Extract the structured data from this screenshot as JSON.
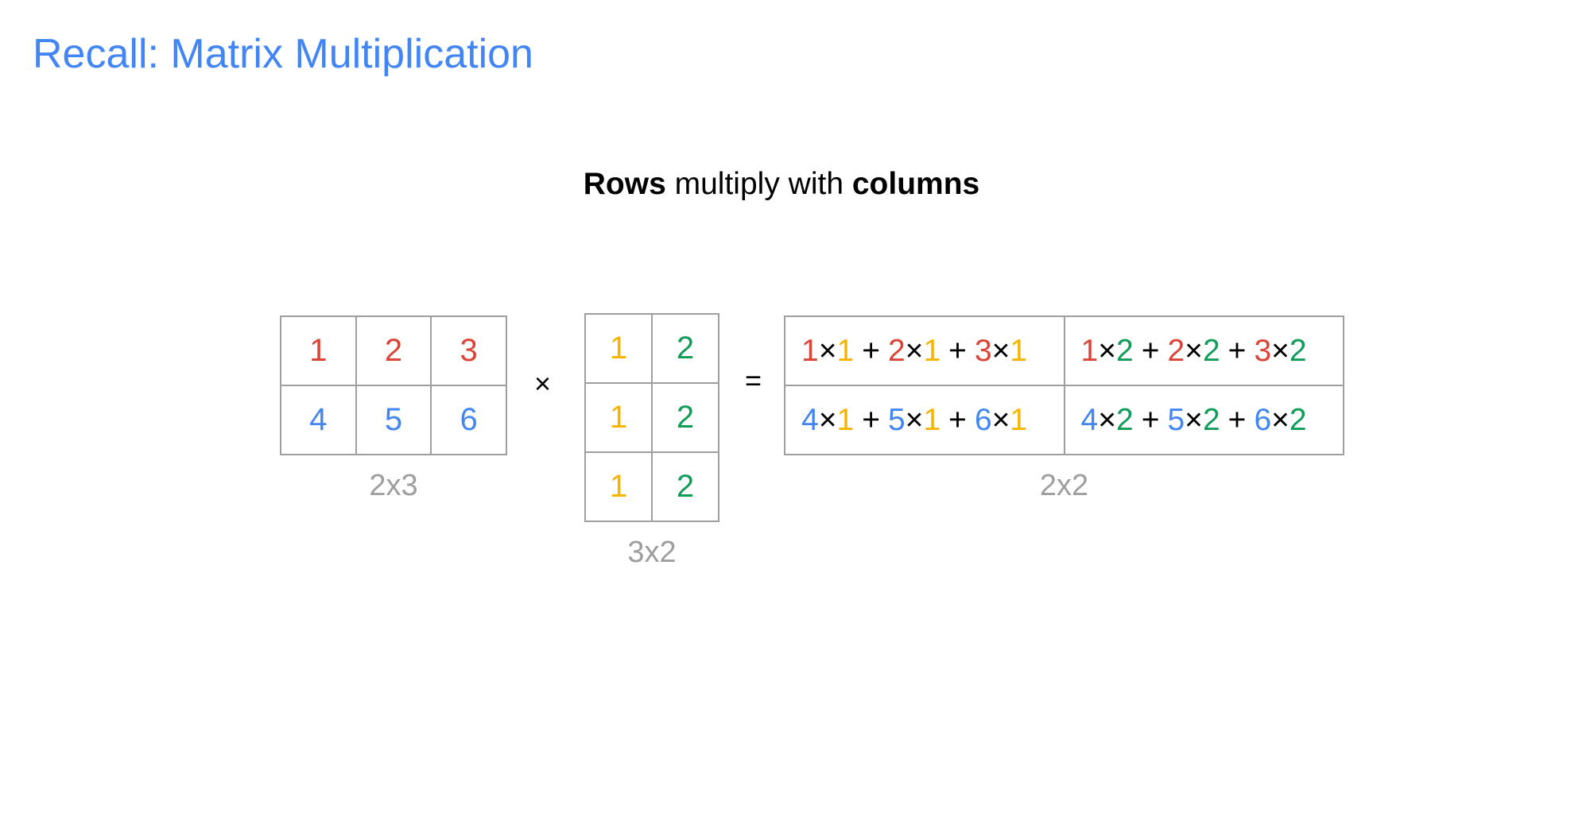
{
  "title": "Recall: Matrix Multiplication",
  "subtitle": {
    "bold_1": "Rows",
    "middle": " multiply with ",
    "bold_2": "columns"
  },
  "colors": {
    "title": "#4285f4",
    "row1": "#db4437",
    "row2": "#4285f4",
    "col1": "#f4b400",
    "col2": "#0f9d58",
    "grid": "#9e9e9e"
  },
  "matrix_a": {
    "rows": [
      [
        "1",
        "2",
        "3"
      ],
      [
        "4",
        "5",
        "6"
      ]
    ],
    "dims": "2x3"
  },
  "matrix_b": {
    "rows": [
      [
        "1",
        "2"
      ],
      [
        "1",
        "2"
      ],
      [
        "1",
        "2"
      ]
    ],
    "dims": "3x2"
  },
  "operators": {
    "times": "×",
    "equals": "=",
    "plus": "+"
  },
  "matrix_c": {
    "cells": [
      [
        [
          [
            "1",
            "1"
          ],
          [
            "2",
            "1"
          ],
          [
            "3",
            "1"
          ]
        ],
        [
          [
            "1",
            "2"
          ],
          [
            "2",
            "2"
          ],
          [
            "3",
            "2"
          ]
        ]
      ],
      [
        [
          [
            "4",
            "1"
          ],
          [
            "5",
            "1"
          ],
          [
            "6",
            "1"
          ]
        ],
        [
          [
            "4",
            "2"
          ],
          [
            "5",
            "2"
          ],
          [
            "6",
            "2"
          ]
        ]
      ]
    ],
    "dims": "2x2"
  }
}
